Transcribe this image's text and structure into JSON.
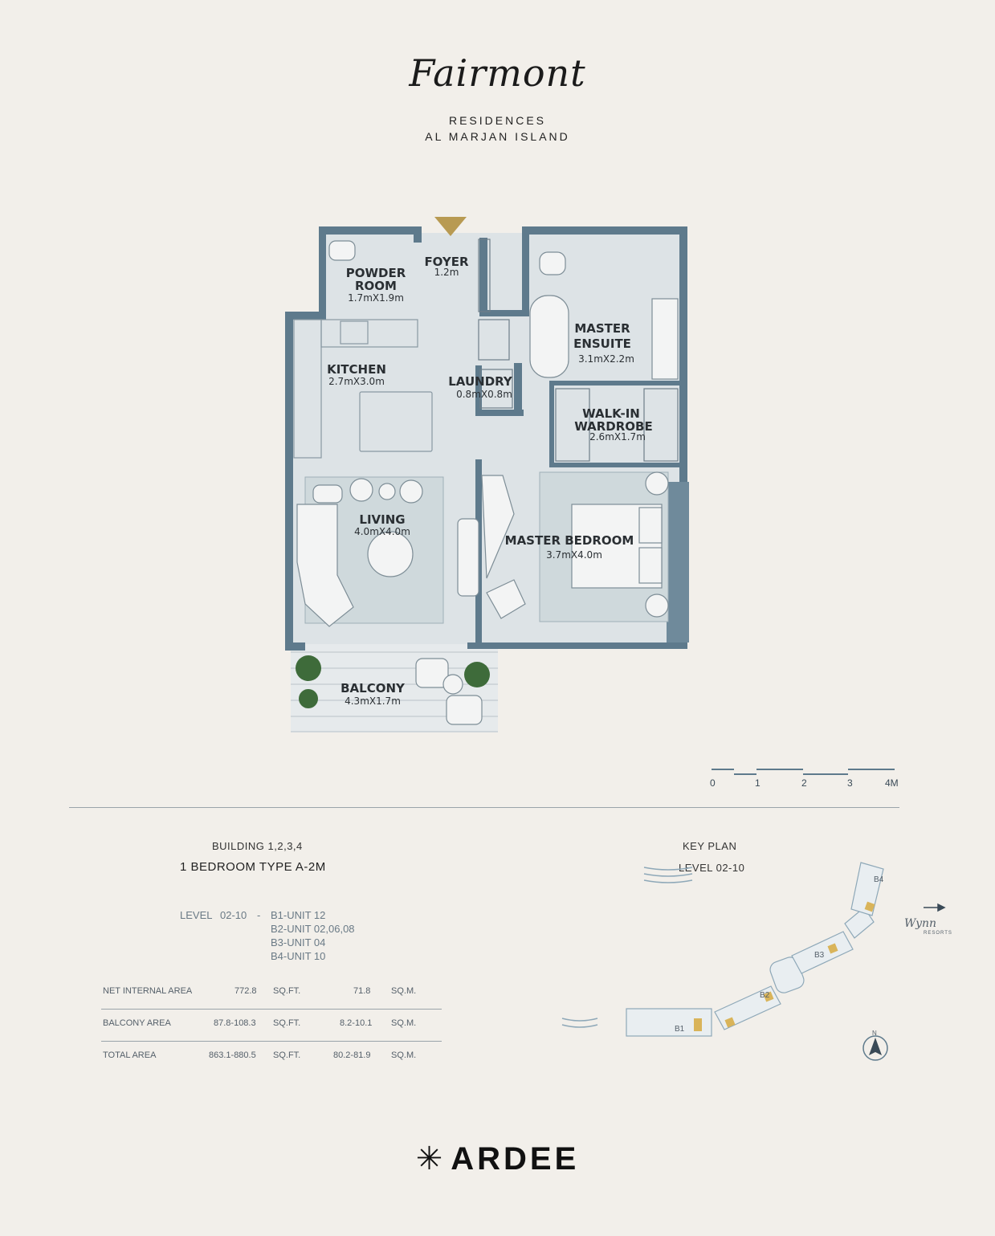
{
  "header": {
    "logo": "Fairmont",
    "line1": "RESIDENCES",
    "line2": "AL MARJAN ISLAND"
  },
  "rooms": {
    "powder": {
      "name": "POWDER",
      "name2": "ROOM",
      "dim": "1.7mX1.9m"
    },
    "foyer": {
      "name": "FOYER",
      "dim": "1.2m"
    },
    "ensuite": {
      "name": "MASTER",
      "name2": "ENSUITE",
      "dim": "3.1mX2.2m"
    },
    "kitchen": {
      "name": "KITCHEN",
      "dim": "2.7mX3.0m"
    },
    "laundry": {
      "name": "LAUNDRY",
      "dim": "0.8mX0.8m"
    },
    "wardrobe": {
      "name": "WALK-IN",
      "name2": "WARDROBE",
      "dim": "2.6mX1.7m"
    },
    "living": {
      "name": "LIVING",
      "dim": "4.0mX4.0m"
    },
    "bedroom": {
      "name": "MASTER BEDROOM",
      "dim": "3.7mX4.0m"
    },
    "balcony": {
      "name": "BALCONY",
      "dim": "4.3mX1.7m"
    }
  },
  "scale": {
    "labels": [
      "0",
      "1",
      "2",
      "3",
      "4M"
    ]
  },
  "unit_info": {
    "building": "BUILDING 1,2,3,4",
    "type": "1 BEDROOM TYPE A-2M",
    "level_label": "LEVEL",
    "level_value": "02-10",
    "separator": "-",
    "units": [
      "B1-UNIT 12",
      "B2-UNIT 02,06,08",
      "B3-UNIT 04",
      "B4-UNIT 10"
    ]
  },
  "areas": [
    {
      "label": "NET INTERNAL AREA",
      "sqft": "772.8",
      "sqft_unit": "SQ.FT.",
      "sqm": "71.8",
      "sqm_unit": "SQ.M."
    },
    {
      "label": "BALCONY AREA",
      "sqft": "87.8-108.3",
      "sqft_unit": "SQ.FT.",
      "sqm": "8.2-10.1",
      "sqm_unit": "SQ.M."
    },
    {
      "label": "TOTAL AREA",
      "sqft": "863.1-880.5",
      "sqft_unit": "SQ.FT.",
      "sqm": "80.2-81.9",
      "sqm_unit": "SQ.M."
    }
  ],
  "key_plan": {
    "title": "KEY PLAN",
    "level": "LEVEL 02-10",
    "buildings": [
      "B1",
      "B2",
      "B3",
      "B4"
    ],
    "wynn": "Wynn",
    "wynn_sub": "RESORTS",
    "north": "N"
  },
  "footer": {
    "brand": "ARDEE"
  },
  "colors": {
    "wall": "#5e7a8c",
    "floor": "#dde3e6",
    "rug": "#cfd9dc",
    "accent": "#b89a52"
  }
}
